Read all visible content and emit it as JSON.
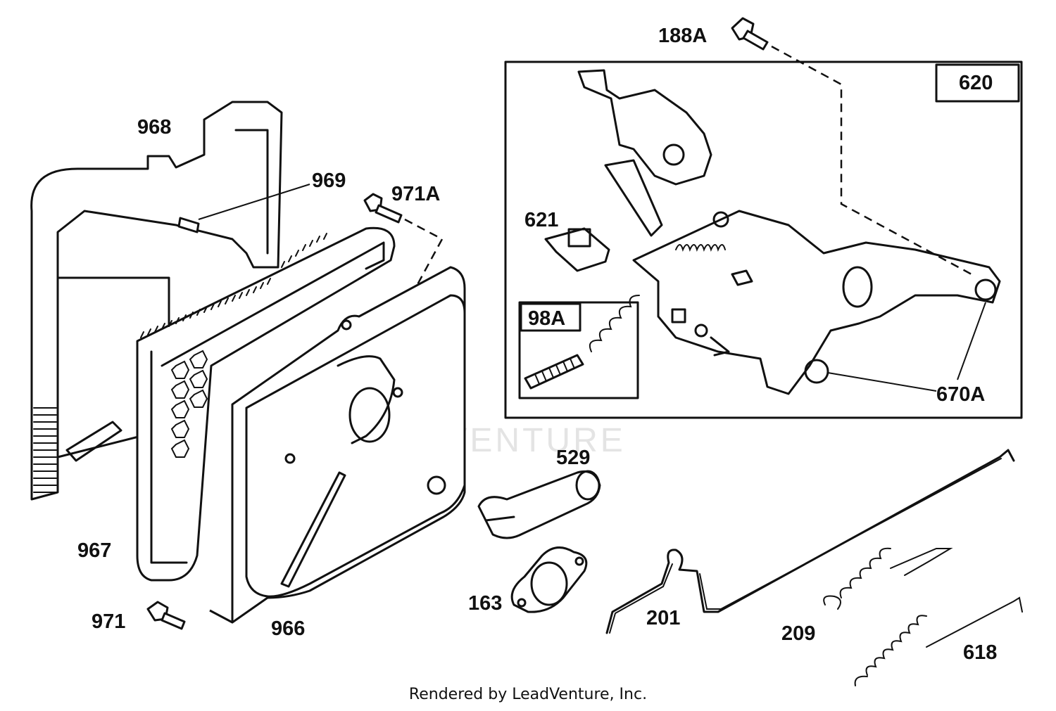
{
  "watermark": "LEADVENTURE",
  "footer": "Rendered by LeadVenture, Inc.",
  "labels": {
    "p188A": "188A",
    "p620": "620",
    "p968": "968",
    "p969": "969",
    "p971A": "971A",
    "p621": "621",
    "p98A": "98A",
    "p670A": "670A",
    "p529": "529",
    "p967": "967",
    "p163": "163",
    "p201": "201",
    "p209": "209",
    "p971": "971",
    "p966": "966",
    "p618": "618"
  }
}
